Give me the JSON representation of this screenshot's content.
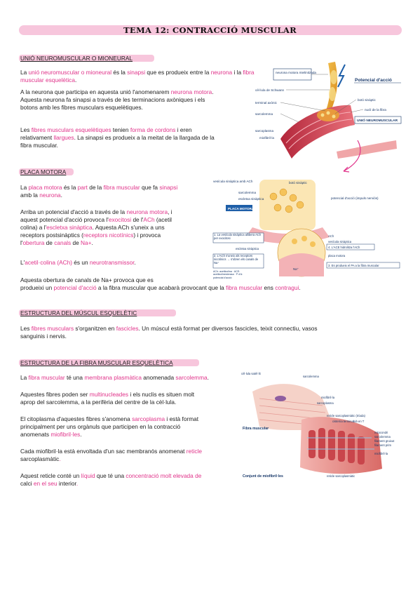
{
  "title": "TEMA 12: CONTRACCIÓ MUSCULAR",
  "sections": {
    "s1": {
      "heading": "UNIÓ NEUROMUSCULAR O MIONEURAL",
      "p1": [
        "La ",
        "unió neuromuscular o mioneural",
        " és la ",
        "sinapsi",
        " que es produeix entre la ",
        "neurona",
        " i la ",
        "fibra muscular esquelètica",
        "."
      ],
      "p2a": [
        "A la neurona que participa en aquesta unió l'anomenarem ",
        "neurona motora",
        "."
      ],
      "p2b": "Aquesta neurona fa sinapsi a través de les terminacions axòniques i els",
      "p2c": "botons amb les fibres musculars esquelètiques.",
      "p3a": [
        "Les ",
        "fibres musculars esquelètiques",
        " tenien ",
        "forma de cordons",
        " i eren"
      ],
      "p3b": [
        "relativament ",
        "llargues",
        ". La sinapsi es produeix a la meitat de la llargada de la"
      ],
      "p3c": "fibra muscular."
    },
    "s2": {
      "heading": "PLACA MOTORA",
      "p1a": [
        "La ",
        "placa motora",
        " és la ",
        "part",
        " de la ",
        "fibra muscular",
        " que fa ",
        "sinapsi"
      ],
      "p1b": [
        "amb la ",
        "neurona",
        "."
      ],
      "p2a": [
        "Arriba un potencial d'acció a través de la ",
        "neurona motora",
        ", i"
      ],
      "p2b": [
        "aquest potencial d'acció provoca l'",
        "exocitosi",
        " de l'",
        "ACh",
        " (acetil"
      ],
      "p2c": [
        "colina) a l'",
        "escletxa sinàptica",
        ". Aquesta ACh s'uneix a uns"
      ],
      "p2d": [
        "receptors postsinàptics (",
        "receptors nicotínics",
        ") i provoca"
      ],
      "p2e": [
        "l'",
        "obertura",
        " de ",
        "canals",
        " de ",
        "Na+",
        "."
      ],
      "p3": [
        "L'",
        "acetil·colina (ACh)",
        " és un ",
        "neurotransmissor",
        "."
      ],
      "p4a": "Aquesta obertura de canals de Na+ provoca que es",
      "p4b": [
        "produeixi un ",
        "potencial d'acció",
        " a la fibra muscular que acabarà provocant que la ",
        "fibra muscular",
        " ens ",
        "contragui",
        "."
      ]
    },
    "s3": {
      "heading": "ESTRUCTURA DEL MÚSCUL ESQUELÈTIC",
      "p1a": [
        "Les ",
        "fibres musculars",
        " s'organitzen en ",
        "fascicles",
        ". Un múscul està format per diversos fascicles, teixit connectiu, vasos"
      ],
      "p1b": "sanguinis i nervis."
    },
    "s4": {
      "heading": "ESTRUCTURA DE LA FIBRA MUSCULAR ESQUELÈTICA",
      "p1": [
        "La ",
        "fibra muscular",
        " té una ",
        "membrana plasmàtica",
        " anomenada ",
        "sarcolemma",
        "."
      ],
      "p2a": [
        "Aquestes fibres poden ser ",
        "multinucleades",
        " i els nuclis es situen molt"
      ],
      "p2b": "aprop del sarcolemma, a la perifèria del centre de la cèl·lula.",
      "p3a": [
        "El citoplasma d'aquestes fibres s'anomena ",
        "sarcoplasma",
        " i està format"
      ],
      "p3b": "principalment per uns orgànuls que participen en la contracció",
      "p3c": [
        "anomenats ",
        "miofibril·les",
        "."
      ],
      "p4a": [
        "Cada miofibril·la està envoltada d'un sac membranós anomenat ",
        "reticle"
      ],
      "p4b": [
        "sarcoplasmàtic",
        "."
      ],
      "p5a": [
        "Aquest reticle conté un ",
        "líquid",
        " que té una ",
        "concentració molt elevada de"
      ],
      "p5b": [
        "calci",
        " en el seu ",
        "interior",
        "."
      ]
    }
  },
  "figure1": {
    "labels": {
      "motor_neuron": "neurona motora mielinitzada",
      "action_potential": "Potencial d'acció",
      "schwann": "cèl·lula de Schwann",
      "axon_terminal": "terminal axònic",
      "sarcolemma": "sarcolemma",
      "synaptic_button": "botó sinàptic",
      "fiber_nucleus": "nucli de la fibra",
      "nmj": "UNIÓ NEUROMUSCULAR",
      "sarcoplasm": "sarcoplasma",
      "myofibril": "miofibril·la"
    }
  },
  "figure2": {
    "labels": {
      "vesicle": "vesícula sinàptica amb ACh",
      "button": "botó sinàptic",
      "sarcolemma": "sarcolemma",
      "cleft": "escletxa sinàptica",
      "ap_impulse": "potencial d'acció (impuls nerviós)",
      "plate": "PLACA MOTORA",
      "step1": "1. La vesícula sinàptica allibera ACh per exocitosi",
      "cleft2": "escletxa sinàptica",
      "step2": "2. L'ACh s'uneix als receptors nicotínics → s'obren els canals de Na⁺",
      "ach": "ACh",
      "vesicle2": "vesícula sinàptica",
      "step4": "4. L'ACE hidrolitza l'ACh",
      "plate2": "placa motora",
      "step3": "3. Es produeix el PA a la fibra muscular",
      "na": "Na⁺",
      "legend": "ACh: acetilcolina · ACE: acetilcolinesterasa · P d'A: potencial d'acció"
    }
  },
  "figure3": {
    "labels": {
      "sat_cell": "cèl·lula satèl·lit",
      "sarcolemma": "sarcolemma",
      "myofibril": "miofibril·la",
      "sarcoplasm": "sarcoplasma",
      "reticle_tri": "reticle sarcoplasmàtic (tríada)",
      "cisterna": "cisterna terminal",
      "ttub": "tub en T",
      "fibre": "Fibra muscular",
      "mitochondria": "mitocondri",
      "sarcolemma2": "sarcolemma",
      "thick": "filament gruixut",
      "thin": "filament prim",
      "myofib2": "miofibril·la",
      "bundle": "Conjunt de miofibril·les",
      "reticle": "reticle sarcoplasmàtic"
    }
  },
  "colors": {
    "accent": "#e0338a",
    "highlight": "#f7c6dc"
  }
}
